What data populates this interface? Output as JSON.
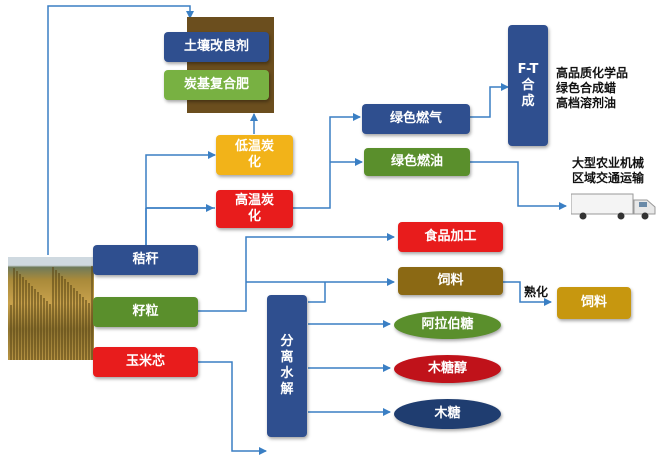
{
  "nodes": {
    "soil": "土壤改良剂",
    "fertilizer": "炭基复合肥",
    "low_char": "低温炭化",
    "high_char": "高温炭化",
    "green_gas": "绿色燃气",
    "green_oil": "绿色燃油",
    "ft": "F-T合成",
    "straw": "秸秆",
    "grain": "籽粒",
    "cob": "玉米芯",
    "hydrolysis": "分离水解",
    "food": "食品加工",
    "feed1": "饲料",
    "feed2": "饲料",
    "arabinose": "阿拉伯糖",
    "xylitol": "木糖醇",
    "xylose": "木糖"
  },
  "labels": {
    "ft_products": "高品质化学品\n绿色合成蜡\n高档溶剂油",
    "machinery": "大型农业机械\n区域交通运输",
    "maturation": "熟化"
  },
  "colors": {
    "navy": "#2f4f8f",
    "red": "#e81c1c",
    "orange": "#f2b319",
    "green": "#5a8f2c",
    "olive": "#8b6914",
    "gold": "#c7970f",
    "arrow": "#3a7fc4"
  }
}
